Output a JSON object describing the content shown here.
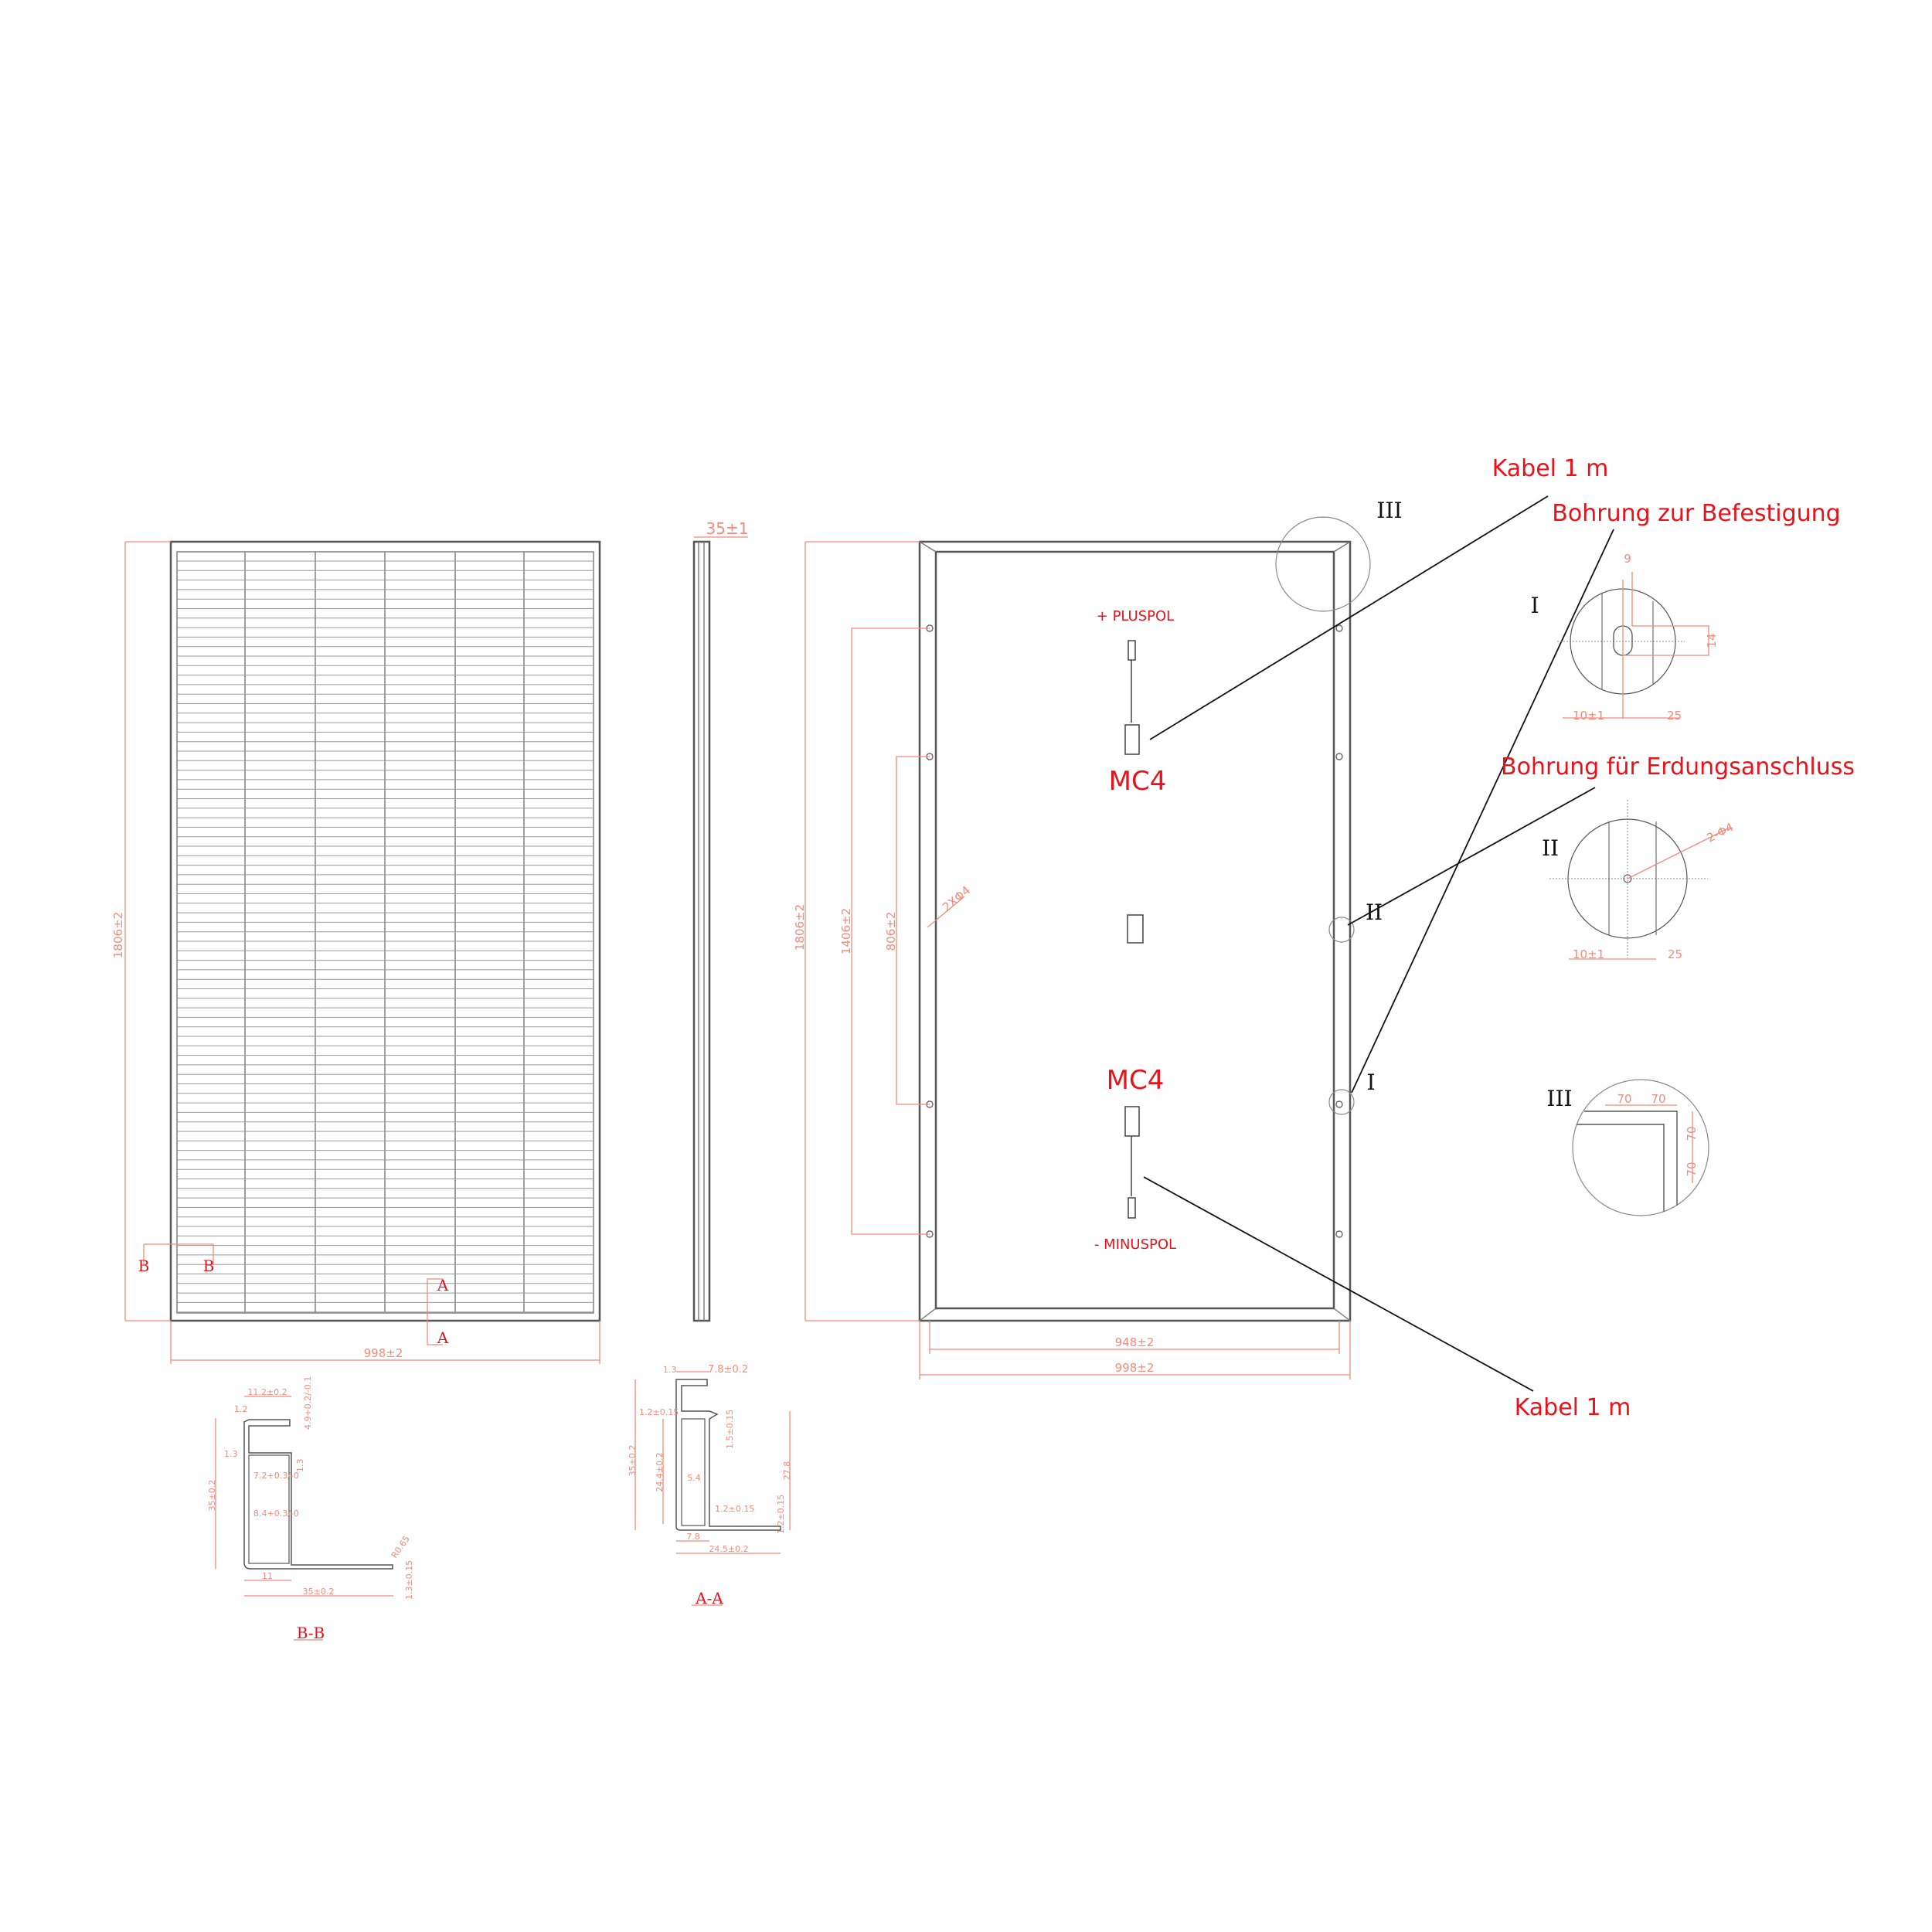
{
  "front_view": {
    "height_dim": "1806±2",
    "width_dim": "998±2",
    "section_b": "B",
    "section_a": "A"
  },
  "side_view": {
    "thickness_dim": "35±1"
  },
  "back_view": {
    "height_dim": "1806±2",
    "mount_dim": "1406±2",
    "inner_dim": "806±2",
    "hole_note": "2XΦ4",
    "inner_width_dim": "948±2",
    "outer_width_dim": "998±2",
    "plus_label": "+ PLUSPOL",
    "minus_label": "- MINUSPOL",
    "connector_top": "MC4",
    "connector_bottom": "MC4",
    "marker_I": "I",
    "marker_II": "II",
    "marker_III": "III"
  },
  "callouts": {
    "cable_top": "Kabel 1 m",
    "mount_hole": "Bohrung zur Befestigung",
    "ground_hole": "Bohrung für Erdungsanschluss",
    "cable_bottom": "Kabel 1 m"
  },
  "detail_I": {
    "label": "I",
    "slot_w": "9",
    "slot_h": "14",
    "edge": "10±1",
    "spacing": "25"
  },
  "detail_II": {
    "label": "II",
    "hole": "2-Φ4",
    "edge": "10±1",
    "spacing": "25"
  },
  "detail_III": {
    "label": "III",
    "d1": "70",
    "d2": "70",
    "d3": "70",
    "d4": "70"
  },
  "section_BB": {
    "title": "B-B",
    "d_top": "11.2±0.2",
    "d_lip": "1.2",
    "d_49": "4.9+0.2/-0.1",
    "d_13a": "1.3",
    "d_13b": "1.3",
    "d_72": "7.2+0.3/-0",
    "d_84": "8.4+0.3/-0",
    "d_h": "35±0.2",
    "d_11": "11",
    "d_w": "35±0.2",
    "d_r": "R0.65",
    "d_t": "1.3±0.15"
  },
  "section_AA": {
    "title": "A-A",
    "d_top": "7.8±0.2",
    "d_13": "1.3",
    "d_12a": "1.2±0.15",
    "d_15": "1.5±0.15",
    "d_h": "35±0.2",
    "d_244": "24.4±0.2",
    "d_54": "5.4",
    "d_12b": "1.2±0.15",
    "d_278": "27.8",
    "d_12c": "1.2±0.15",
    "d_78": "7.8",
    "d_w": "24.5±0.2"
  }
}
